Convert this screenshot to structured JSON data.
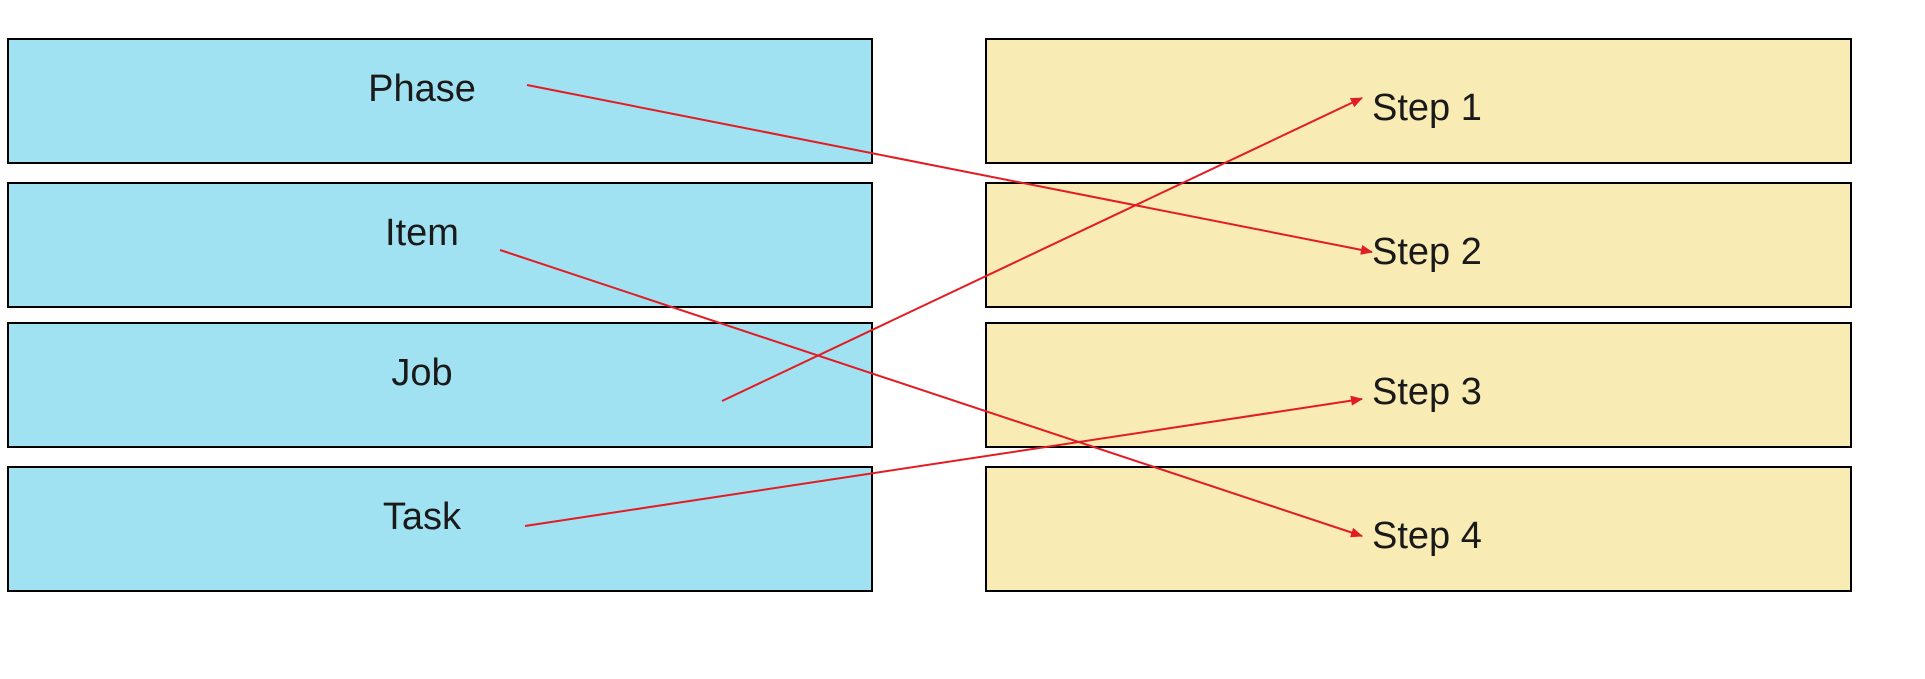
{
  "diagram": {
    "left_items": [
      "Phase",
      "Item",
      "Job",
      "Task"
    ],
    "right_items": [
      "Step 1",
      "Step 2",
      "Step 3",
      "Step 4"
    ],
    "connections": [
      {
        "from": "Phase",
        "to": "Step 2"
      },
      {
        "from": "Item",
        "to": "Step 4"
      },
      {
        "from": "Job",
        "to": "Step 1"
      },
      {
        "from": "Task",
        "to": "Step 3"
      }
    ],
    "colors": {
      "left_fill": "#a1e2f2",
      "right_fill": "#f8ebb3",
      "border": "#000000",
      "arrow": "#e31b23"
    }
  }
}
